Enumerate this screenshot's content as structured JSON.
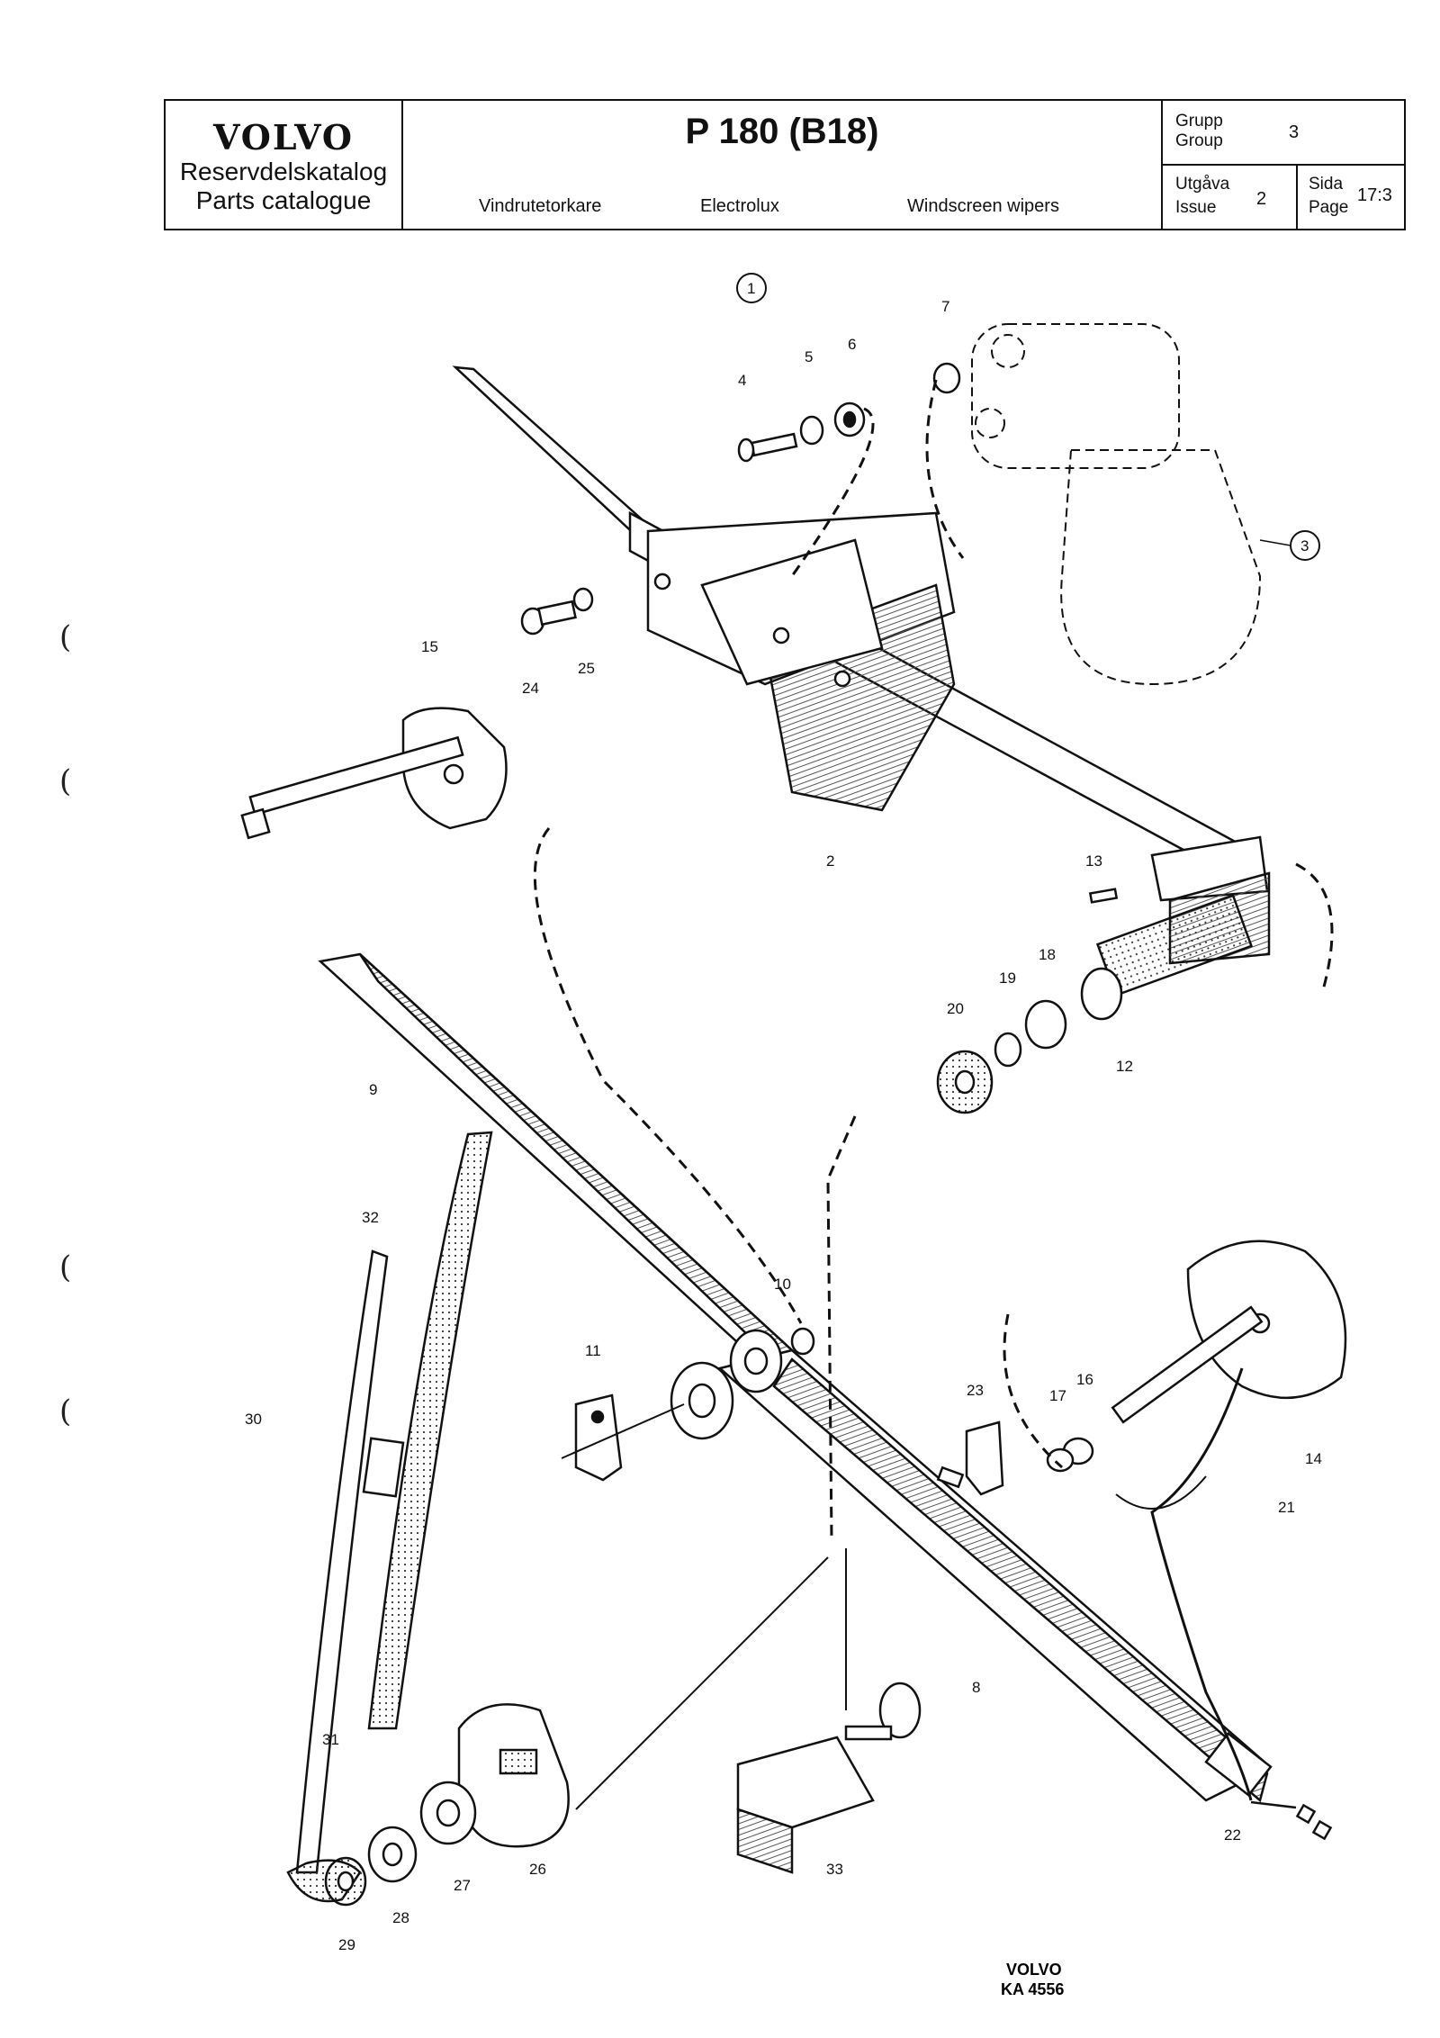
{
  "header": {
    "brand": "VOLVO",
    "catalog_sv": "Reservdelskatalog",
    "catalog_en": "Parts catalogue",
    "model": "P 180 (B18)",
    "subtitle_sv": "Vindrutetorkare",
    "subtitle_maker": "Electrolux",
    "subtitle_en": "Windscreen wipers",
    "group_label_sv": "Grupp",
    "group_label_en": "Group",
    "group_value": "3",
    "issue_label_sv": "Utgåva",
    "issue_label_en": "Issue",
    "issue_value": "2",
    "page_label_sv": "Sida",
    "page_label_en": "Page",
    "page_value": "17:3"
  },
  "diagram": {
    "callouts": [
      "1",
      "2",
      "3",
      "4",
      "5",
      "6",
      "7",
      "8",
      "9",
      "10",
      "11",
      "12",
      "13",
      "14",
      "15",
      "16",
      "17",
      "18",
      "19",
      "20",
      "21",
      "22",
      "23",
      "24",
      "25",
      "26",
      "27",
      "28",
      "29",
      "30",
      "31",
      "32",
      "33"
    ],
    "circled_1": "1",
    "circled_3": "3",
    "footer_brand": "VOLVO",
    "footer_ref": "KA 4556"
  },
  "colors": {
    "ink": "#111111",
    "paper": "#ffffff",
    "hatch": "#555555"
  }
}
